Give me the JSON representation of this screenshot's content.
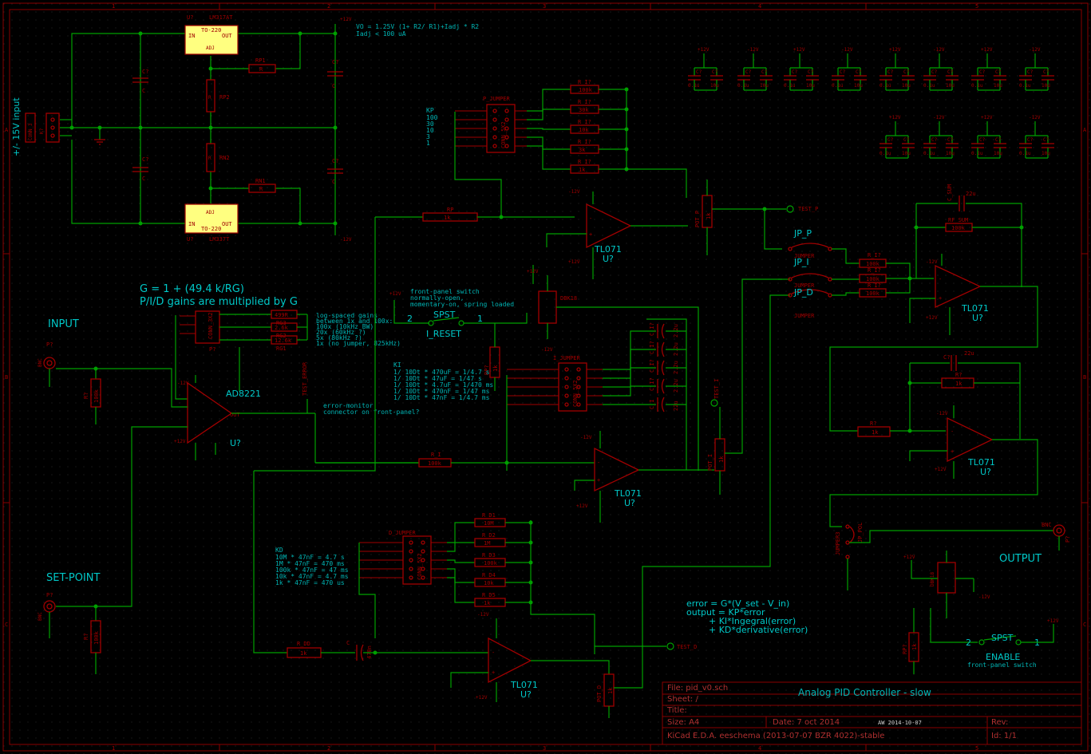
{
  "frame": {
    "cols": [
      "1",
      "2",
      "3",
      "4",
      "5"
    ],
    "rows": [
      "A",
      "B",
      "C"
    ]
  },
  "regulator": {
    "ic_top_ref": "U?",
    "ic_top_part": "LM317AT",
    "ic_top_pkg": "TO-220",
    "ic_bot_ref": "U?",
    "ic_bot_part": "LM337T",
    "ic_bot_pkg": "TO-220",
    "pin_in": "IN",
    "pin_out": "OUT",
    "pin_adj": "ADJ",
    "formula_1": "VO = 1.25V (1+ R2/ R1)+Iadj * R2",
    "formula_2": "Iadj < 100 uA",
    "rp1": "RP1",
    "rp2": "RP2",
    "rn1": "RN1",
    "rn2": "RN2",
    "r": "R",
    "c": "C",
    "cq": "C?",
    "supply_pos": "+12V",
    "supply_neg": "-12V",
    "input_conn": "CONN_3",
    "input_ref": "K?",
    "input_label": "+/- 15V input"
  },
  "decoupling": {
    "c": "C?",
    "v1": "0.1u",
    "v2": "10u",
    "pos": "+12V",
    "neg": "-12V"
  },
  "p_section": {
    "jumper": "P_JUMPER",
    "conn": "CONN_5X2",
    "kp_title": "KP",
    "kp_values": [
      "100",
      "30",
      "10",
      "3",
      "1"
    ],
    "resistors": [
      {
        "ref": "R_I?",
        "val": "100k"
      },
      {
        "ref": "R_I?",
        "val": "30k"
      },
      {
        "ref": "R_I?",
        "val": "10k"
      },
      {
        "ref": "R_I?",
        "val": "3k"
      },
      {
        "ref": "R_I?",
        "val": "1k"
      }
    ],
    "rp": "RP",
    "rp_val": "1k",
    "opamp": "TL071",
    "opamp_ref": "U?",
    "pot": "POT_P",
    "pot_val": "1k",
    "test": "TEST_P"
  },
  "ina": {
    "gain_formula": "G = 1 + (49.4 k/RG)",
    "gain_note": "P/I/D gains are multiplied by G",
    "part": "AD8221",
    "ref": "U?",
    "out": "OUT",
    "conn": "CONN_3X2",
    "conn_ref": "P?",
    "rg_values": [
      "499R",
      "RG3",
      "2.6k",
      "RG2",
      "12.6k",
      "RG1"
    ],
    "rg_note": [
      "log-spaced gains",
      "between 1x and 100x:",
      "100x (10kHz BW)",
      "20x (60kHz ?)",
      "5x (80kHz ?)",
      "1x (no jumper, 825kHz)"
    ],
    "test_error": "TEST_ERROR",
    "monitor_note_1": "error-monitor",
    "monitor_note_2": "connector on front-panel?"
  },
  "input": {
    "label": "INPUT",
    "ref": "P?",
    "bnc": "BNC",
    "r_ref": "R?",
    "r_val": "100k"
  },
  "setpoint": {
    "label": "SET-POINT",
    "ref": "P?",
    "bnc": "BNC",
    "r_ref": "R?",
    "r_val": "100k"
  },
  "i_section": {
    "switch_note": [
      "front-panel switch",
      "normally-open,",
      "momentary-on, spring loaded"
    ],
    "switch": "SPST",
    "switch_label": "I_RESET",
    "pin1": "1",
    "pin2": "2",
    "relay": "DBK18",
    "jumper": "I_JUMPER",
    "conn": "CONN_5X2",
    "ki_title": "KI",
    "ki_values": [
      "1/ 10Dt * 470uF = 1/4.7 s",
      "1/ 10Dt * 47uF = 1/47 s",
      "1/ 10Dt * 4.7uF = 1/470 ms",
      "1/ 10Dt * 470nF = 1/47 ms",
      "1/ 10Dt * 47nF = 1/4.7 ms"
    ],
    "caps": [
      {
        "ref": "C_I?",
        "val": "2.2u"
      },
      {
        "ref": "C_I?",
        "val": "2.2u"
      },
      {
        "ref": "C_I?",
        "val": "2.2u"
      },
      {
        "ref": "C_I?",
        "val": "2.2u"
      },
      {
        "ref": "C_I",
        "val": "22u"
      }
    ],
    "ri": "R_I",
    "ri_val": "100k",
    "rp_ref": "RP?",
    "rp_val": "1k",
    "opamp": "TL071",
    "opamp_ref": "U?",
    "pot": "POT_I",
    "pot_val": "1k",
    "test": "TEST_I"
  },
  "d_section": {
    "jumper": "D_JUMPER",
    "conn": "CONN_5X2",
    "kd_title": "KD",
    "kd_values": [
      "10M * 47nF = 4.7 s",
      "1M * 47nF = 470 ms",
      "100k * 47nF = 47 ms",
      "10k * 47nF = 4.7 ms",
      "1k * 47nF = 470 us"
    ],
    "resistors": [
      {
        "ref": "R_D1",
        "val": "10M"
      },
      {
        "ref": "R_D2",
        "val": "1M"
      },
      {
        "ref": "R_D3",
        "val": "100k"
      },
      {
        "ref": "R_D4",
        "val": "10k"
      },
      {
        "ref": "R_D5",
        "val": "1k"
      }
    ],
    "rdd": "R_DD",
    "rdd_val": "1k",
    "cap": "C",
    "cap_val": "470n",
    "opamp": "TL071",
    "opamp_ref": "U?",
    "pot": "POT_D",
    "pot_val": "1k",
    "test": "TEST_D"
  },
  "sum": {
    "jp_p": "JP_P",
    "jp_i": "JP_I",
    "jp_d": "JP_D",
    "jumper": "JUMPER",
    "r_ref": "R_I?",
    "r_val": "100k",
    "c_sum": "C_SUM",
    "c_sum_val": "22u",
    "rf_sum": "RF_SUM",
    "rf_val": "100k",
    "opamp": "TL071",
    "opamp_ref": "U?"
  },
  "output_stage": {
    "c": "C?",
    "c_val": "22u",
    "r": "R?",
    "r_val": "1k",
    "rin": "R?",
    "rin_val": "1k",
    "opamp": "TL071",
    "opamp_ref": "U?",
    "jumper": "JUMPER3",
    "jp": "JP_POL",
    "bnc": "BNC",
    "ref": "P?",
    "label": "OUTPUT",
    "relay": "DBK18",
    "switch": "SPST",
    "switch_label": "ENABLE",
    "switch_note": "front-panel switch",
    "rp": "RP?",
    "rp_val": "1k"
  },
  "equations": [
    "error = G*(V_set - V_in)",
    "output = KP*error",
    "+ KI*Ingegral(error)",
    "+ KD*derivative(error)"
  ],
  "titleblock": {
    "file": "File: pid_v0.sch",
    "sheet": "Sheet: /",
    "title_label": "Title:",
    "title": "Analog PID Controller - slow",
    "size": "Size: A4",
    "date": "Date: 7 oct 2014",
    "rev_note": "AW 2014-10-07",
    "rev_label": "Rev:",
    "kicad": "KiCad E.D.A.  eeschema (2013-07-07 BZR 4022)-stable",
    "id": "Id: 1/1"
  }
}
